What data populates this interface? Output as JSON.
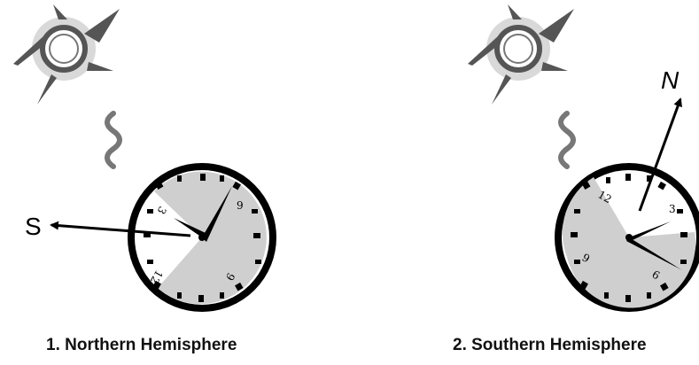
{
  "panels": [
    {
      "caption": "1. Northern Hemisphere",
      "direction_label": "S",
      "clock_numbers": {
        "twelve": "12",
        "three": "3",
        "six": "6",
        "nine": "9"
      }
    },
    {
      "caption": "2. Southern Hemisphere",
      "direction_label": "N",
      "clock_numbers": {
        "twelve": "12",
        "three": "3",
        "six": "6",
        "nine": "9"
      }
    }
  ],
  "icons": {
    "sun": "sun-icon",
    "light_ray": "light-ray-icon",
    "compass_clock": "clock-icon"
  },
  "colors": {
    "shading": "#cfcfcf",
    "ink": "#000000",
    "sun_glow": "#d9d9d9",
    "sun_ray": "#555555",
    "light_wave": "#777777"
  }
}
